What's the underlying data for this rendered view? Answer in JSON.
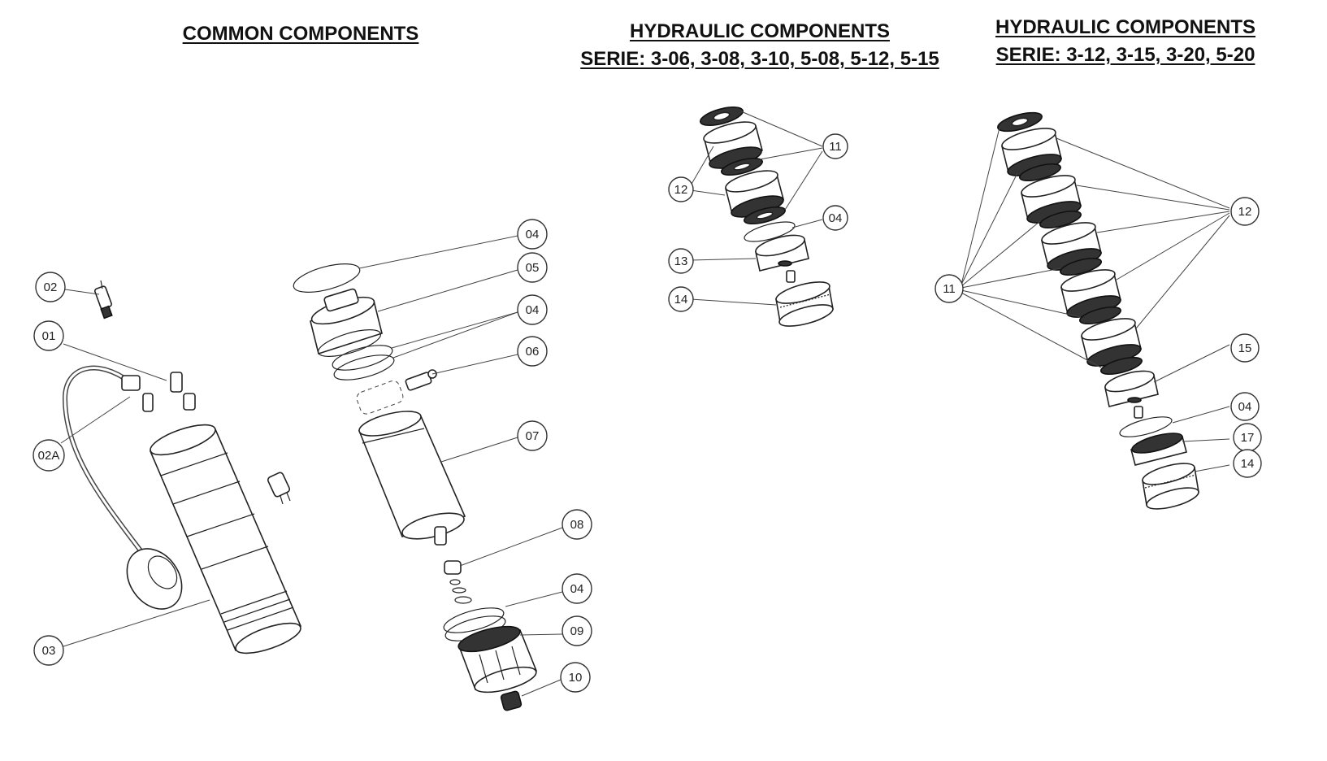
{
  "headings": {
    "common": "COMMON COMPONENTS",
    "hydraulic_a_title": "HYDRAULIC COMPONENTS",
    "hydraulic_a_series": "SERIE: 3-06, 3-08, 3-10, 5-08, 5-12, 5-15",
    "hydraulic_b_title": "HYDRAULIC COMPONENTS",
    "hydraulic_b_series": "SERIE: 3-12, 3-15, 3-20, 5-20"
  },
  "callouts": {
    "c02": "02",
    "c01": "01",
    "c02a": "02A",
    "c03": "03",
    "c04_top": "04",
    "c05": "05",
    "c04_mid": "04",
    "c06": "06",
    "c07": "07",
    "c08": "08",
    "c04_low": "04",
    "c09": "09",
    "c10": "10",
    "a11": "11",
    "a12": "12",
    "a04": "04",
    "a13": "13",
    "a14": "14",
    "b11": "11",
    "b12": "12",
    "b15": "15",
    "b04": "04",
    "b17": "17",
    "b14": "14"
  }
}
